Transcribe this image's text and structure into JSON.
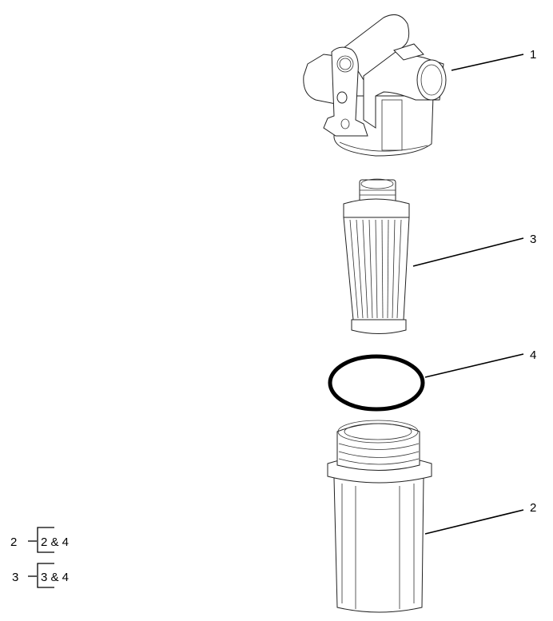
{
  "callouts": {
    "head": "1",
    "filter_element": "3",
    "o_ring": "4",
    "bowl": "2"
  },
  "legend": [
    {
      "item": "2",
      "includes": "2 & 4"
    },
    {
      "item": "3",
      "includes": "3 & 4"
    }
  ]
}
